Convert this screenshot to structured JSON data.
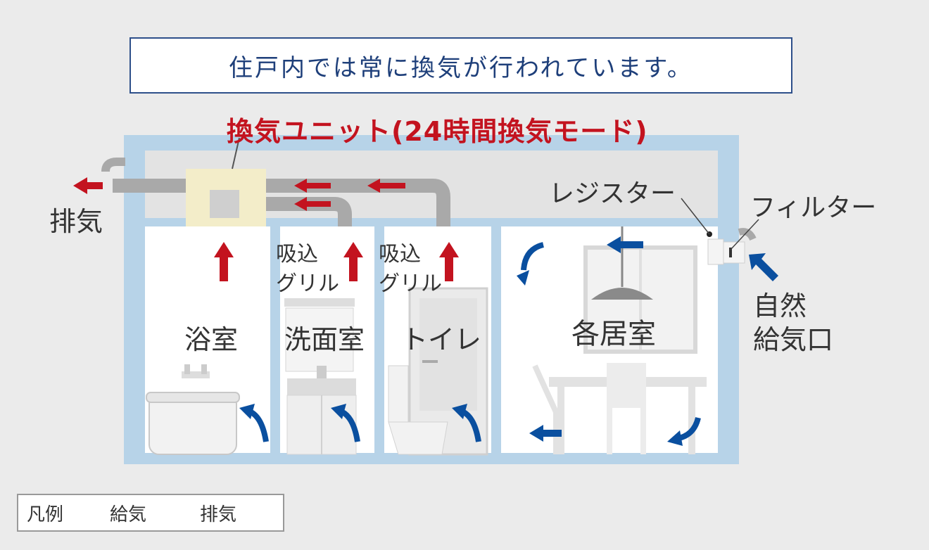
{
  "header": {
    "text": "住戸内では常に換気が行われています。"
  },
  "unit_label": "換気ユニット(24時間換気モード)",
  "labels": {
    "exhaust_out": "排気",
    "register": "レジスター",
    "filter": "フィルター",
    "natural_inlet_line1": "自然",
    "natural_inlet_line2": "給気口",
    "intake_grill_1_line1": "吸込",
    "intake_grill_1_line2": "グリル",
    "intake_grill_2_line1": "吸込",
    "intake_grill_2_line2": "グリル"
  },
  "rooms": [
    {
      "id": "bath",
      "name": "浴室"
    },
    {
      "id": "washroom",
      "name": "洗面室"
    },
    {
      "id": "toilet",
      "name": "トイレ"
    },
    {
      "id": "living",
      "name": "各居室"
    }
  ],
  "legend": {
    "title": "凡例",
    "supply": "給気",
    "exhaust": "排気"
  },
  "colors": {
    "supply": "#0a4f9f",
    "exhaust": "#c3131f",
    "frame": "#b7d3e8",
    "duct": "#a9a9a9",
    "unit": "#f3edc9"
  }
}
